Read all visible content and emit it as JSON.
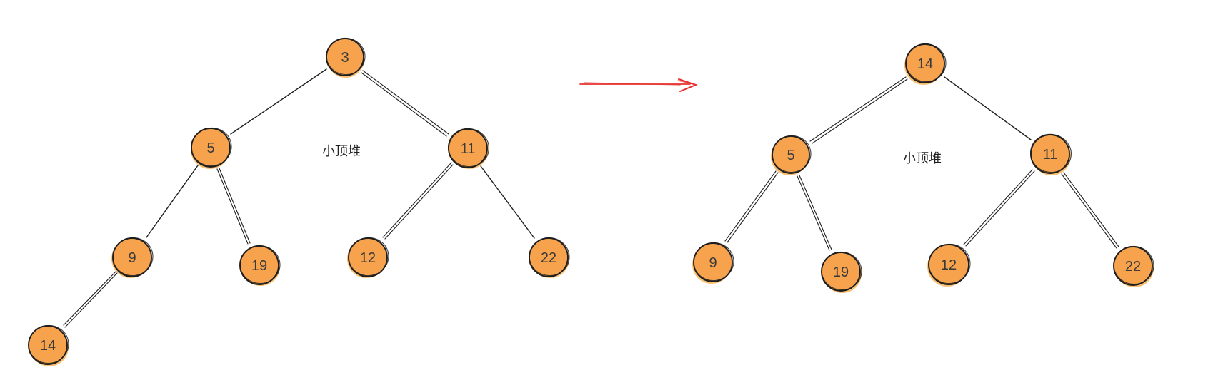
{
  "diagram": {
    "description_labels": {
      "left_heap_label": "小顶堆",
      "right_heap_label": "小顶堆"
    },
    "colors": {
      "node_fill": "#f7a34d",
      "node_fill_shadow": "#f08c00",
      "node_stroke": "#1e1e1e",
      "node_text": "#3a3a3a",
      "edge_stroke": "#1e1e1e",
      "arrow": "#e8312e",
      "background": "#ffffff"
    },
    "trees": {
      "left": {
        "label": "小顶堆",
        "node_values": {
          "root": "3",
          "left": "5",
          "right": "11",
          "left_left": "9",
          "left_right": "19",
          "right_left": "12",
          "right_right": "22",
          "left_left_left": "14"
        },
        "edges": [
          [
            "3",
            "5"
          ],
          [
            "3",
            "11"
          ],
          [
            "5",
            "9"
          ],
          [
            "5",
            "19"
          ],
          [
            "11",
            "12"
          ],
          [
            "11",
            "22"
          ],
          [
            "9",
            "14"
          ]
        ]
      },
      "right": {
        "label": "小顶堆",
        "node_values": {
          "root": "14",
          "left": "5",
          "right": "11",
          "left_left": "9",
          "left_right": "19",
          "right_left": "12",
          "right_right": "22"
        },
        "edges": [
          [
            "14",
            "5"
          ],
          [
            "14",
            "11"
          ],
          [
            "5",
            "9"
          ],
          [
            "5",
            "19"
          ],
          [
            "11",
            "12"
          ],
          [
            "11",
            "22"
          ]
        ]
      }
    },
    "arrow": {
      "meaning": "transformation from left heap to right heap",
      "direction": "right"
    }
  }
}
